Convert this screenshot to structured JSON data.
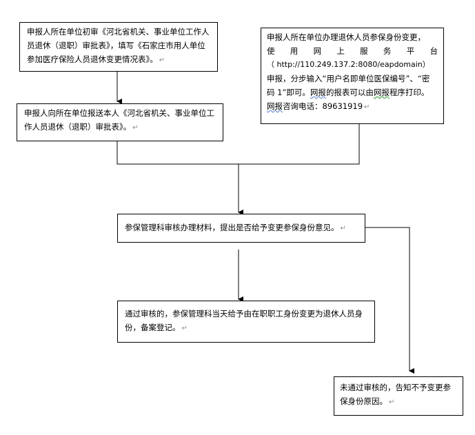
{
  "steps": {
    "step1": {
      "text": "申报人所在单位初审《河北省机关、事业单位工作人员退休（退职）审批表》，填写《石家庄市用人单位参加医疗保险人员退休变更情况表》。"
    },
    "step2": {
      "text": "申报人向所在单位报送本人《河北省机关、事业单位工作人员退休（退职）审批表》。"
    },
    "step3": {
      "line1": "申报人所在单位办理退休人员参保身份变更，",
      "line2": "使用网上服务平台",
      "line3": "（ http://110.249.137.2:8080/eapdomain）",
      "line4": "申报，分步输入“用户名即单位医保编号”、“密",
      "line5": "码 1”即可。",
      "part_wang1": "网报",
      "part_mid1": "的报表可以由",
      "part_wang2": "网报",
      "part_mid2": "程序打印。",
      "part_wang3": "网报",
      "part_tail": "咨询电话：89631919"
    },
    "step4": {
      "text": "参保管理科审核办理材料，提出是否给予变更参保身份意见。"
    },
    "step5": {
      "text": "通过审核的，参保管理科当天给予由在职职工身份变更为退休人员身份，备案登记。"
    },
    "step6": {
      "text": "未通过审核的，告知不予变更参保身份原因。"
    }
  },
  "return_mark": "↵"
}
